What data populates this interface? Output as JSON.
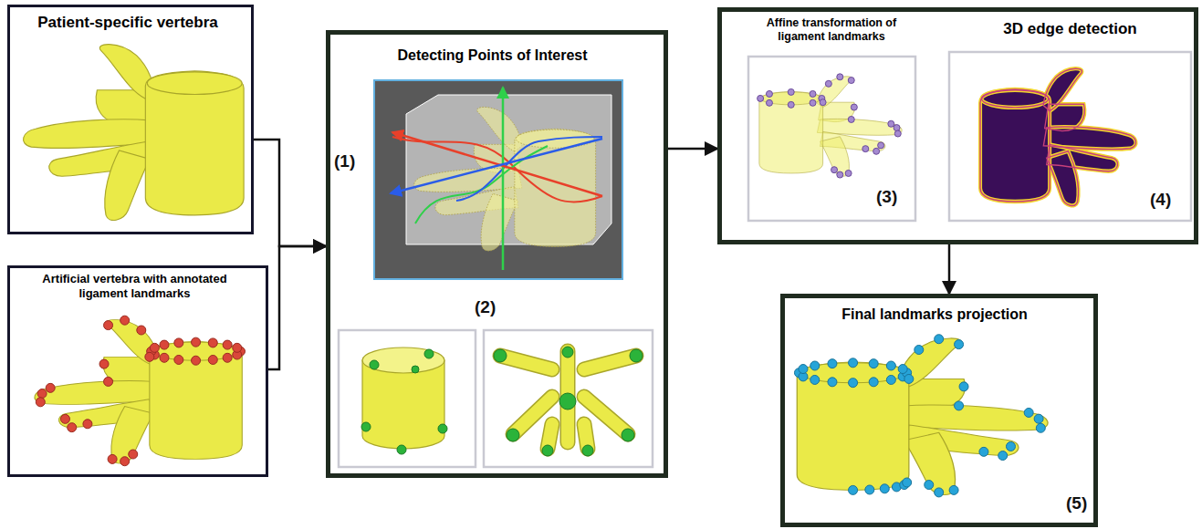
{
  "diagram": {
    "nodes": [
      {
        "text": [
          "Patient-specific vertebra"
        ]
      },
      {
        "text": [
          "Artificial vertebra with annotated ligament landmarks"
        ]
      },
      {
        "text": [
          "Detecting Points of Interest"
        ]
      },
      {
        "text": []
      },
      {
        "text": [
          "Affine transformation of ligament landmarks"
        ],
        "in": 3
      },
      {
        "text": [
          "3D edge detection"
        ],
        "in": 3
      },
      {
        "text": [
          "Final landmarks projection"
        ]
      }
    ],
    "edges": [
      {
        "from": 0,
        "to": 2,
        "arrow": "to"
      },
      {
        "from": 1,
        "to": 2,
        "arrow": "to"
      },
      {
        "from": 2,
        "to": 3,
        "arrow": "to"
      },
      {
        "from": 3,
        "to": 6,
        "arrow": "to"
      }
    ],
    "labels": [
      "(1)",
      "(2)",
      "(3)",
      "(4)",
      "(5)"
    ]
  }
}
